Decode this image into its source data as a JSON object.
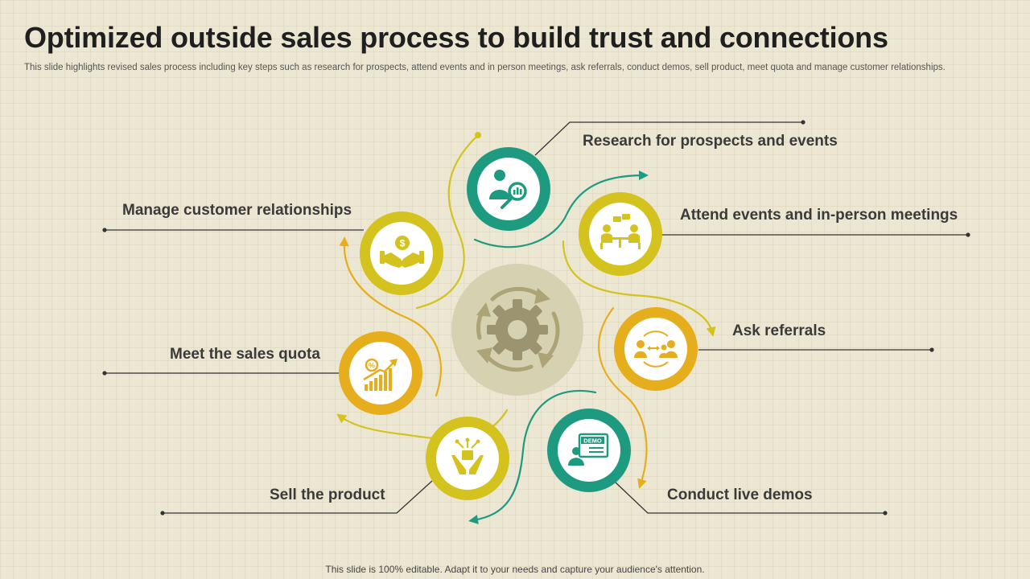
{
  "title": "Optimized outside sales process to build trust and connections",
  "subtitle": "This slide highlights revised sales process including key steps such as research for prospects, attend events and in person meetings, ask referrals, conduct demos, sell product, meet quota and manage customer relationships.",
  "steps": [
    {
      "label": "Research for prospects and events",
      "icon": "research-analytics-icon",
      "ring_color": "#1e9a80"
    },
    {
      "label": "Attend events and in-person meetings",
      "icon": "meeting-icon",
      "ring_color": "#d4c21e"
    },
    {
      "label": "Ask referrals",
      "icon": "referral-exchange-icon",
      "ring_color": "#e6ad1c"
    },
    {
      "label": "Conduct live demos",
      "icon": "demo-presentation-icon",
      "ring_color": "#1e9a80"
    },
    {
      "label": "Sell the product",
      "icon": "hands-product-icon",
      "ring_color": "#d4c21e"
    },
    {
      "label": "Meet the sales quota",
      "icon": "growth-chart-icon",
      "ring_color": "#e6ad1c"
    },
    {
      "label": "Manage customer relationships",
      "icon": "handshake-icon",
      "ring_color": "#d4c21e"
    }
  ],
  "center_icon": "gear-cycle-icon",
  "colors": {
    "teal": "#1e9a80",
    "yellow": "#d4c21e",
    "gold": "#e6ad1c",
    "background": "#ece7d3",
    "hub": "#d6d1b0"
  },
  "footer": "This slide is 100% editable. Adapt it to your needs and capture your audience's attention."
}
